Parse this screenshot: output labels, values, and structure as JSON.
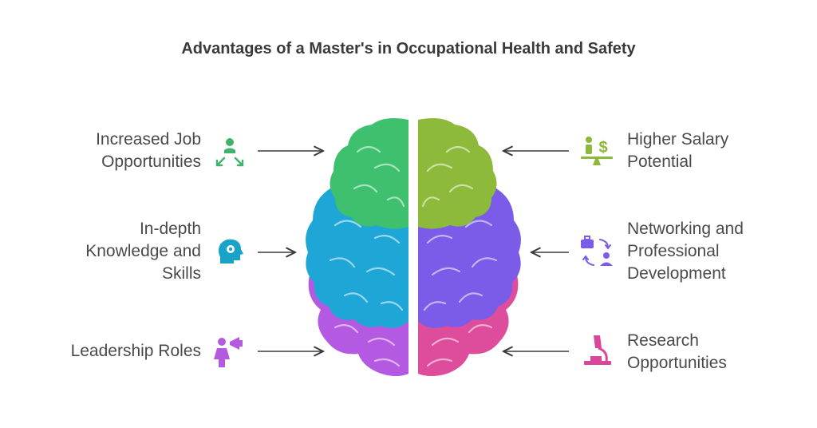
{
  "title": "Advantages of a Master's in Occupational Health and Safety",
  "left_items": [
    {
      "lines": [
        "Increased Job",
        "Opportunities"
      ],
      "icon": "career-growth-icon",
      "color": "#3db36b"
    },
    {
      "lines": [
        "In-depth",
        "Knowledge and",
        "Skills"
      ],
      "icon": "head-puzzle-icon",
      "color": "#1aa3c9"
    },
    {
      "lines": [
        "Leadership Roles"
      ],
      "icon": "megaphone-leader-icon",
      "color": "#b35ae0"
    }
  ],
  "right_items": [
    {
      "lines": [
        "Higher Salary",
        "Potential"
      ],
      "icon": "salary-scale-icon",
      "color": "#8db83a"
    },
    {
      "lines": [
        "Networking and",
        "Professional",
        "Development"
      ],
      "icon": "networking-icon",
      "color": "#7b5ce6"
    },
    {
      "lines": [
        "Research",
        "Opportunities"
      ],
      "icon": "microscope-icon",
      "color": "#d9469a"
    }
  ],
  "colors": {
    "green": "#3fc06f",
    "olive": "#8dba3a",
    "blue": "#1ea7d6",
    "purple": "#7a5ce8",
    "violet": "#b45ae2",
    "pink": "#de4c9c",
    "text": "#4a4a4a",
    "arrow": "#3a3a3a"
  }
}
